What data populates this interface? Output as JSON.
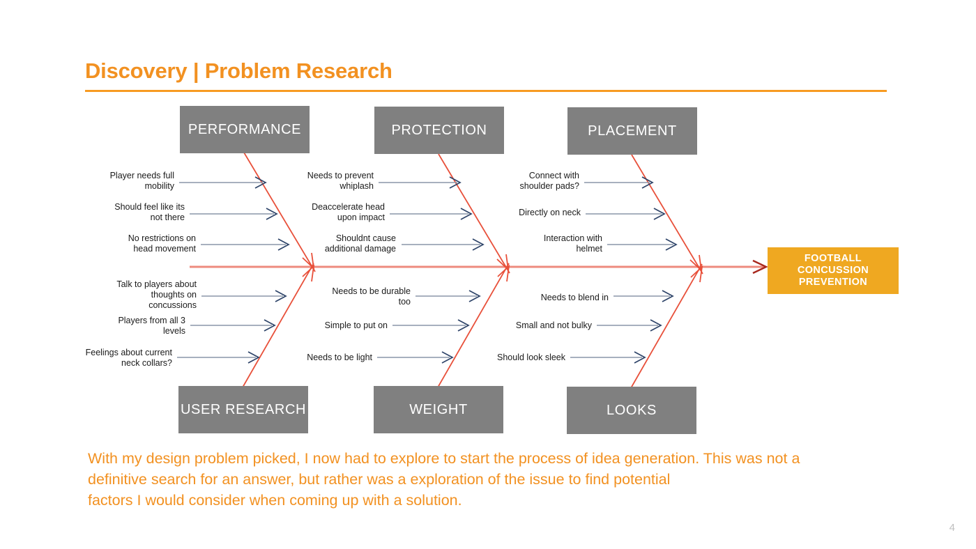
{
  "slide": {
    "title": "Discovery | Problem Research",
    "page_number": "4",
    "accent_color": "#F29121",
    "rule_color": "#F79B22",
    "box_color": "#808080",
    "head_color": "#EFA821",
    "bone_color": "#E8503A",
    "spine_color": "#EE8B7E",
    "arrow_color": "#8A96A8"
  },
  "diagram": {
    "type": "fishbone",
    "head": {
      "lines": [
        "FOOTBALL",
        "CONCUSSION",
        "PREVENTION"
      ]
    },
    "categories": [
      {
        "id": "performance",
        "label": "PERFORMANCE",
        "position": "top",
        "causes": [
          "Player needs full\nmobility",
          "Should feel like its\nnot there",
          "No restrictions on\nhead movement"
        ]
      },
      {
        "id": "protection",
        "label": "PROTECTION",
        "position": "top",
        "causes": [
          "Needs to prevent\nwhiplash",
          "Deaccelerate head\nupon impact",
          "Shouldnt cause\nadditional damage"
        ]
      },
      {
        "id": "placement",
        "label": "PLACEMENT",
        "position": "top",
        "causes": [
          "Connect with\nshoulder pads?",
          "Directly on neck",
          "Interaction with\nhelmet"
        ]
      },
      {
        "id": "user-research",
        "label": "USER RESEARCH",
        "position": "bottom",
        "causes": [
          "Talk to players about\nthoughts on\nconcussions",
          "Players from all 3\nlevels",
          "Feelings about current\nneck collars?"
        ]
      },
      {
        "id": "weight",
        "label": "WEIGHT",
        "position": "bottom",
        "causes": [
          "Needs to be durable\ntoo",
          "Simple to put on",
          "Needs to be light"
        ]
      },
      {
        "id": "looks",
        "label": "LOOKS",
        "position": "bottom",
        "causes": [
          "Needs to blend in",
          "Small and not bulky",
          "Should look sleek"
        ]
      }
    ]
  },
  "caption": {
    "text": "With my  design problem picked, I now had to explore to start the process of idea generation. This was not a\ndefinitive search for an answer, but rather was a exploration of the issue to find potential\nfactors I would consider when coming up with a solution."
  }
}
